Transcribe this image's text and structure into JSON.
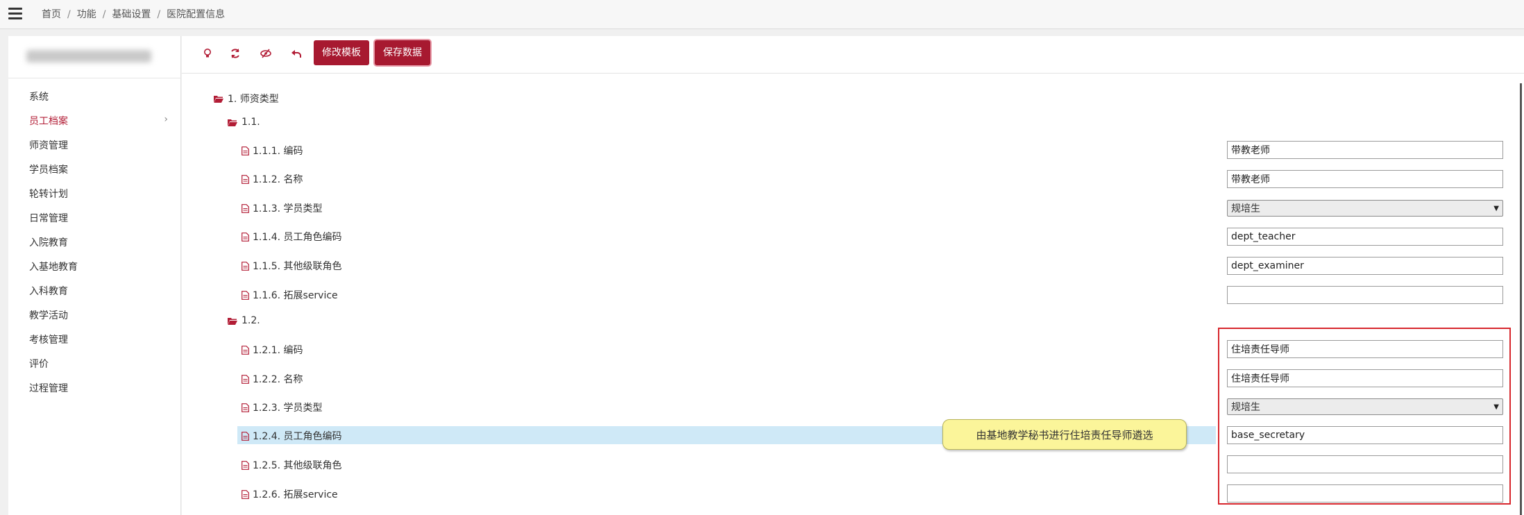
{
  "breadcrumb": [
    "首页",
    "功能",
    "基础设置",
    "医院配置信息"
  ],
  "breadcrumb_sep": "/",
  "sidebar": {
    "items": [
      {
        "label": "系统"
      },
      {
        "label": "员工档案",
        "active": true,
        "chevron": "›"
      },
      {
        "label": "师资管理"
      },
      {
        "label": "学员档案"
      },
      {
        "label": "轮转计划"
      },
      {
        "label": "日常管理"
      },
      {
        "label": "入院教育"
      },
      {
        "label": "入基地教育"
      },
      {
        "label": "入科教育"
      },
      {
        "label": "教学活动"
      },
      {
        "label": "考核管理"
      },
      {
        "label": "评价"
      },
      {
        "label": "过程管理"
      }
    ]
  },
  "toolbar": {
    "icons": [
      "lightbulb-icon",
      "refresh-icon",
      "eye-slash-icon",
      "undo-icon"
    ],
    "edit_template_label": "修改模板",
    "save_data_label": "保存数据"
  },
  "tree": {
    "root": "1. 师资类型",
    "group1": "1.1.",
    "g1_items": [
      "1.1.1. 编码",
      "1.1.2. 名称",
      "1.1.3. 学员类型",
      "1.1.4. 员工角色编码",
      "1.1.5. 其他级联角色",
      "1.1.6. 拓展service"
    ],
    "group2": "1.2.",
    "g2_items": [
      "1.2.1. 编码",
      "1.2.2. 名称",
      "1.2.3. 学员类型",
      "1.2.4. 员工角色编码",
      "1.2.5. 其他级联角色",
      "1.2.6. 拓展service"
    ]
  },
  "values": {
    "g1": [
      "带教老师",
      "带教老师",
      "规培生",
      "dept_teacher",
      "dept_examiner",
      ""
    ],
    "g2": [
      "住培责任导师",
      "住培责任导师",
      "规培生",
      "base_secretary",
      "",
      ""
    ]
  },
  "tooltip": "由基地教学秘书进行住培责任导师遴选",
  "colors": {
    "accent": "#a71930",
    "highlight": "#cfe9f7",
    "annotation": "#d7262c",
    "tooltip_bg": "#fbf59a"
  }
}
